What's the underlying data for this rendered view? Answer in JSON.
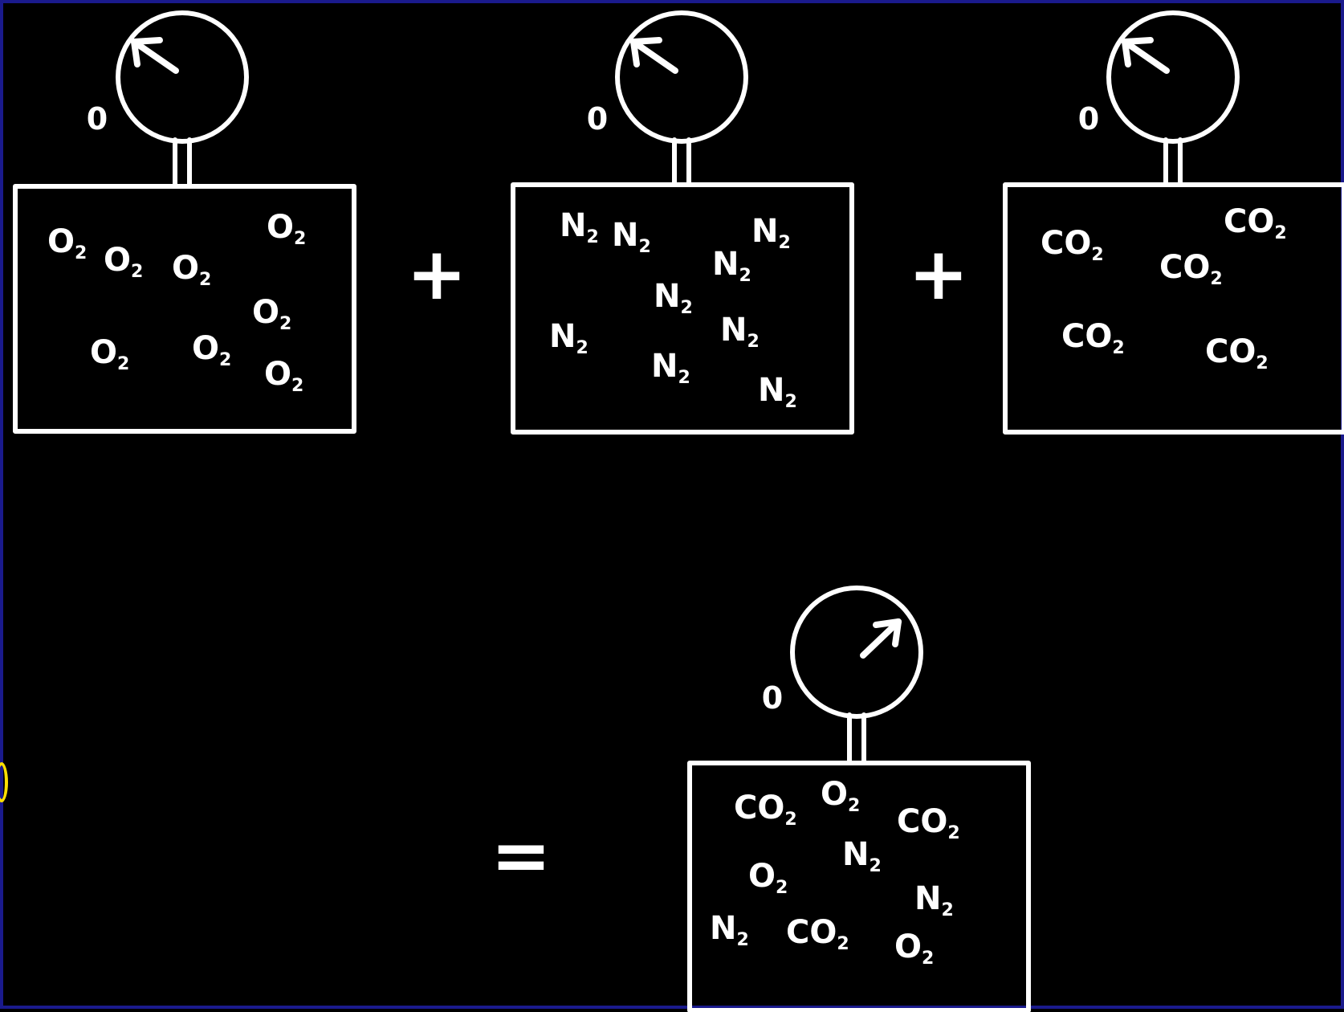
{
  "colors": {
    "background": "#000000",
    "frame": "#1a1a8c",
    "line": "#ffffff",
    "edge_mark": "#ffe000"
  },
  "operators": {
    "plus_1": "+",
    "plus_2": "+",
    "equals": "="
  },
  "containers": [
    {
      "id": "oxygen",
      "gauge_zero": "0",
      "gauge_direction": "up-left",
      "molecules": [
        {
          "base": "O",
          "sub": "2"
        },
        {
          "base": "O",
          "sub": "2"
        },
        {
          "base": "O",
          "sub": "2"
        },
        {
          "base": "O",
          "sub": "2"
        },
        {
          "base": "O",
          "sub": "2"
        },
        {
          "base": "O",
          "sub": "2"
        },
        {
          "base": "O",
          "sub": "2"
        },
        {
          "base": "O",
          "sub": "2"
        }
      ]
    },
    {
      "id": "nitrogen",
      "gauge_zero": "0",
      "gauge_direction": "up-left",
      "molecules": [
        {
          "base": "N",
          "sub": "2"
        },
        {
          "base": "N",
          "sub": "2"
        },
        {
          "base": "N",
          "sub": "2"
        },
        {
          "base": "N",
          "sub": "2"
        },
        {
          "base": "N",
          "sub": "2"
        },
        {
          "base": "N",
          "sub": "2"
        },
        {
          "base": "N",
          "sub": "2"
        },
        {
          "base": "N",
          "sub": "2"
        },
        {
          "base": "N",
          "sub": "2"
        }
      ]
    },
    {
      "id": "carbon-dioxide",
      "gauge_zero": "0",
      "gauge_direction": "up-left",
      "molecules": [
        {
          "base": "CO",
          "sub": "2"
        },
        {
          "base": "CO",
          "sub": "2"
        },
        {
          "base": "CO",
          "sub": "2"
        },
        {
          "base": "CO",
          "sub": "2"
        },
        {
          "base": "CO",
          "sub": "2"
        }
      ]
    },
    {
      "id": "mixture",
      "gauge_zero": "0",
      "gauge_direction": "up-right",
      "molecules": [
        {
          "base": "CO",
          "sub": "2"
        },
        {
          "base": "O",
          "sub": "2"
        },
        {
          "base": "CO",
          "sub": "2"
        },
        {
          "base": "N",
          "sub": "2"
        },
        {
          "base": "O",
          "sub": "2"
        },
        {
          "base": "N",
          "sub": "2"
        },
        {
          "base": "N",
          "sub": "2"
        },
        {
          "base": "CO",
          "sub": "2"
        },
        {
          "base": "O",
          "sub": "2"
        }
      ]
    }
  ]
}
